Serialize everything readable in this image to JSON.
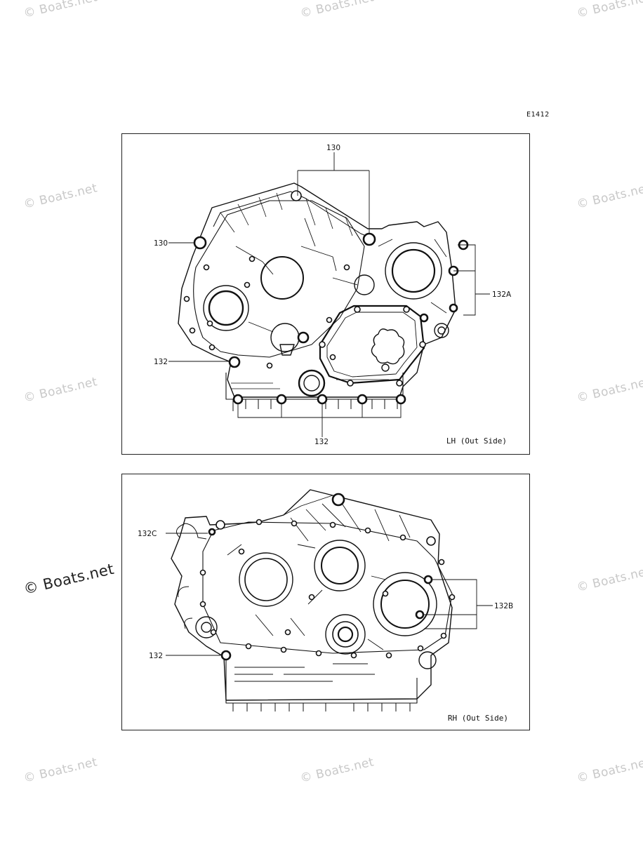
{
  "watermark": "© Boats.net",
  "diagram_code": "E1412",
  "lh_panel": {
    "caption": "LH (Out Side)",
    "labels": {
      "top": "130",
      "left_130": "130",
      "right_132A": "132A",
      "left_132": "132",
      "bottom_132": "132"
    }
  },
  "rh_panel": {
    "caption": "RH (Out Side)",
    "labels": {
      "left_132C": "132C",
      "right_132B": "132B",
      "left_132": "132"
    }
  }
}
